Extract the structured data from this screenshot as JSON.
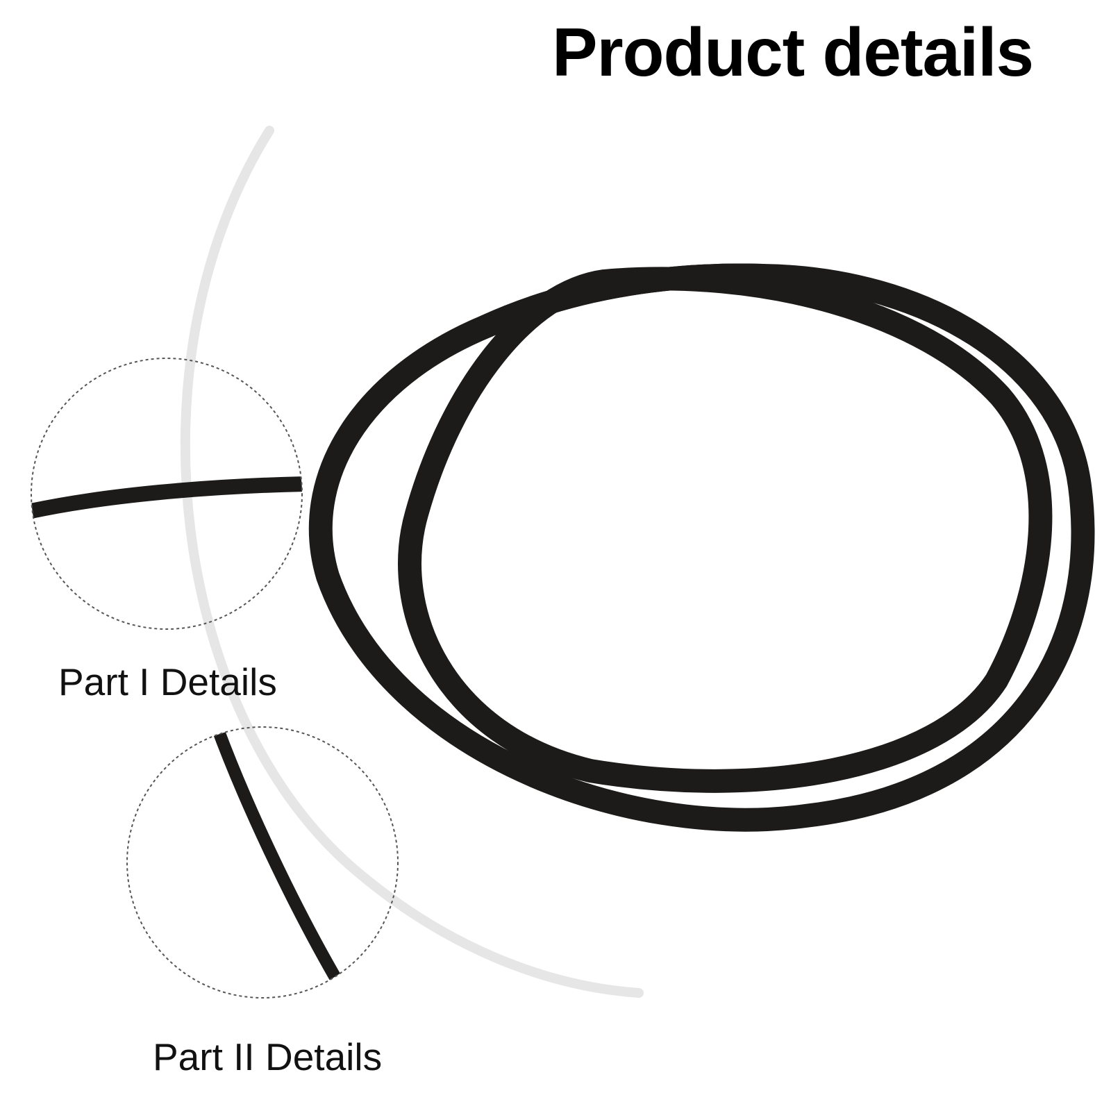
{
  "header": {
    "title": "Product details"
  },
  "details": [
    {
      "label": "Part I Details"
    },
    {
      "label": "Part II Details"
    }
  ],
  "product": {
    "name-icon": "rubber-v-belt-image",
    "belt_color": "#1c1b19",
    "backdrop_arc_color": "#e6e6e6",
    "detail_border_color": "#555555"
  }
}
